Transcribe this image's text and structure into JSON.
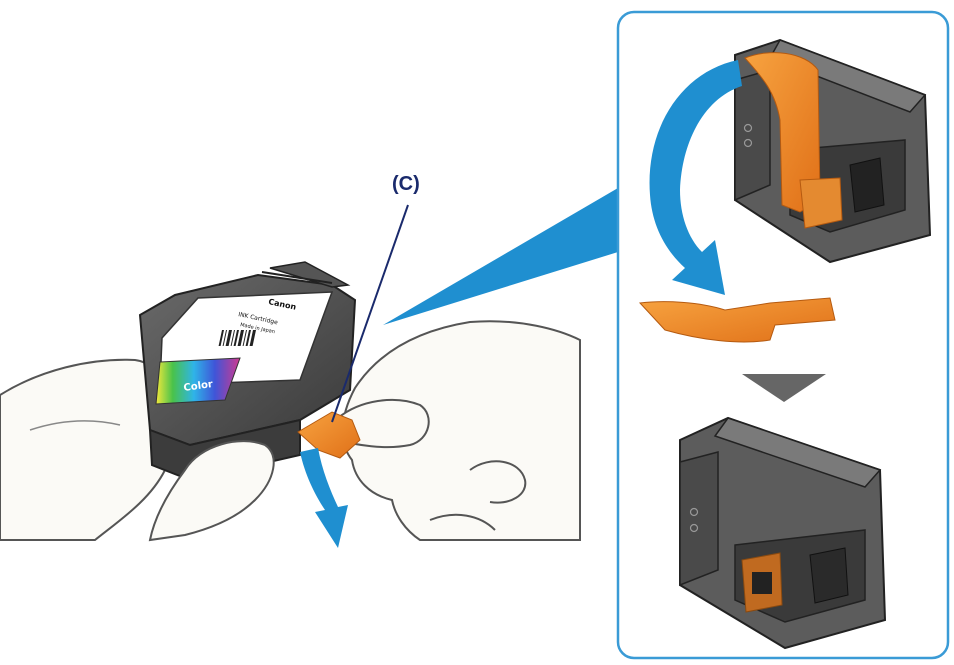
{
  "callout": {
    "label": "(C)"
  },
  "cartridge": {
    "brand": "Canon",
    "line1": "INK Cartridge",
    "line2": "Made in Japan",
    "color_label": "Color"
  },
  "colors": {
    "accent_blue": "#1f8fd0",
    "tape_orange": "#f08a24",
    "panel_border": "#3a9bd6",
    "down_arrow": "#666666",
    "cartridge_body": "#4a4a4a",
    "skin_outline": "#555555"
  }
}
